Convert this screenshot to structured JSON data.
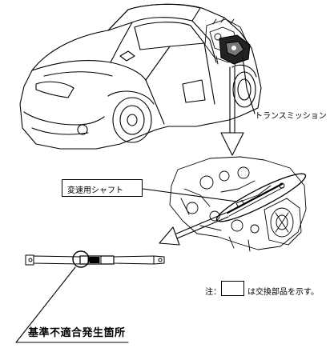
{
  "labels": {
    "transmission": "トランスミッション",
    "shaft": "変速用シャフト",
    "note_prefix": "注：",
    "note_suffix": "は交換部品を示す。",
    "defect_location": "基準不適合発生箇所"
  }
}
